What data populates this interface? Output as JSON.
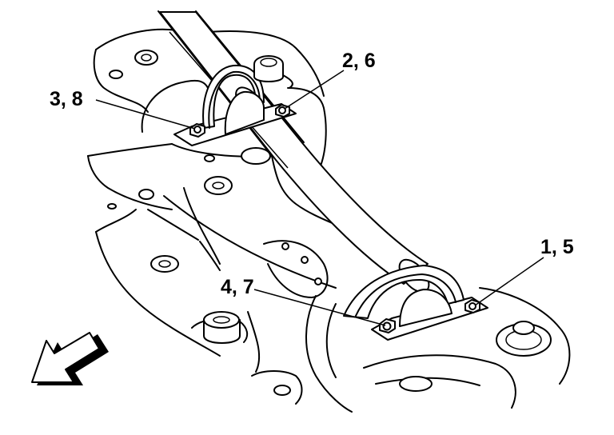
{
  "callouts": {
    "c26": "2, 6",
    "c38": "3, 8",
    "c15": "1, 5",
    "c47": "4, 7"
  },
  "colors": {
    "line": "#000000",
    "fill": "#ffffff"
  },
  "icons": {
    "direction_arrow": "front-direction-arrow-icon"
  }
}
